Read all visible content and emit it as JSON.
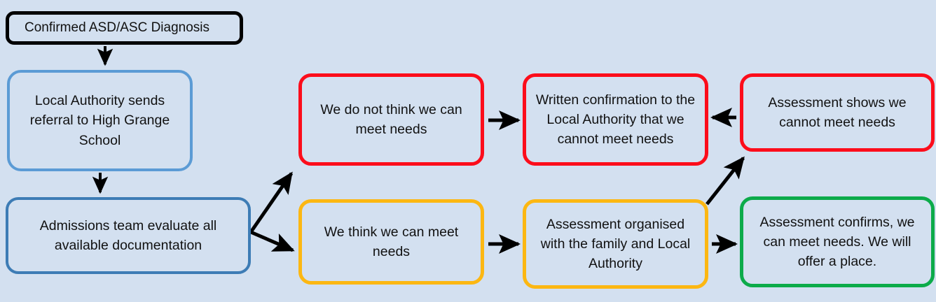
{
  "diagram": {
    "title": "High Grange School ASD/ASC Admissions Process Flowchart",
    "background_color": "#d3e0f0",
    "colors": {
      "black": "#000000",
      "blue": "#5b9bd5",
      "blue_dark": "#3d7cb5",
      "red": "#fc0d1b",
      "amber": "#fcb712",
      "green": "#0cab4a",
      "text": "#111111",
      "arrow": "#000000"
    },
    "nodes": {
      "diagnosis": {
        "label": "Confirmed ASD/ASC Diagnosis",
        "outline_color": "#000000"
      },
      "referral": {
        "label": "Local Authority sends referral to High Grange School",
        "outline_color": "#5b9bd5"
      },
      "admissions": {
        "label": "Admissions team evaluate all available documentation",
        "outline_color": "#3d7cb5"
      },
      "cannot_meet": {
        "label": "We do not think we can meet needs",
        "outline_color": "#fc0d1b"
      },
      "written_confirmation": {
        "label": "Written confirmation to the Local Authority that we cannot meet needs",
        "outline_color": "#fc0d1b"
      },
      "assessment_shows_cannot": {
        "label": "Assessment shows we cannot meet needs",
        "outline_color": "#fc0d1b"
      },
      "can_meet": {
        "label": "We think we can meet needs",
        "outline_color": "#fcb712"
      },
      "assessment_organised": {
        "label": "Assessment organised with the family and Local Authority",
        "outline_color": "#fcb712"
      },
      "offer_place": {
        "label": "Assessment confirms, we can meet needs. We will offer a place.",
        "outline_color": "#0cab4a"
      }
    },
    "connectors": [
      {
        "name": "diagnosis-to-referral",
        "from": "diagnosis",
        "to": "referral",
        "direction": "down"
      },
      {
        "name": "referral-to-admissions",
        "from": "referral",
        "to": "admissions",
        "direction": "down"
      },
      {
        "name": "admissions-to-cannot-meet",
        "from": "admissions",
        "to": "cannot_meet",
        "direction": "up-right"
      },
      {
        "name": "admissions-to-can-meet",
        "from": "admissions",
        "to": "can_meet",
        "direction": "down-right"
      },
      {
        "name": "cannot-meet-to-written",
        "from": "cannot_meet",
        "to": "written_confirmation",
        "direction": "right"
      },
      {
        "name": "assessment-shows-cannot-to-written",
        "from": "assessment_shows_cannot",
        "to": "written_confirmation",
        "direction": "left"
      },
      {
        "name": "can-meet-to-assessment-organised",
        "from": "can_meet",
        "to": "assessment_organised",
        "direction": "right"
      },
      {
        "name": "assessment-organised-to-offer",
        "from": "assessment_organised",
        "to": "offer_place",
        "direction": "right"
      },
      {
        "name": "assessment-organised-to-assessment-shows-cannot",
        "from": "assessment_organised",
        "to": "assessment_shows_cannot",
        "direction": "up-right"
      }
    ]
  }
}
